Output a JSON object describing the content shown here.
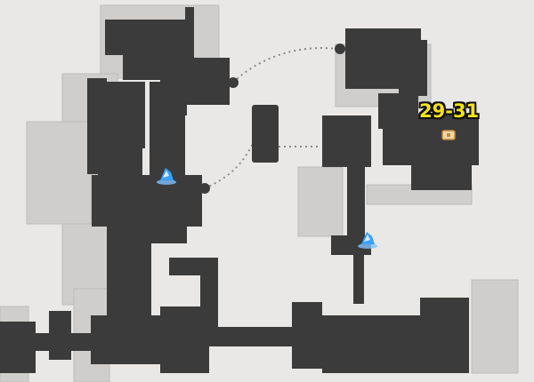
{
  "map": {
    "background_color": "#e9e8e6",
    "floor_color": "#3b3b3b",
    "structure_color": "#c9c8c6",
    "marker_color": "#3aa0ff",
    "chest_color": "#d9a35b",
    "label_color": "#f5e21a"
  },
  "labels": {
    "range": "29-31"
  },
  "markers": [
    {
      "type": "space-anchor-teleport",
      "icon": "teleport-anchor-icon"
    },
    {
      "type": "space-anchor-teleport",
      "icon": "teleport-anchor-icon"
    },
    {
      "type": "treasure-chest",
      "icon": "chest-icon"
    }
  ]
}
